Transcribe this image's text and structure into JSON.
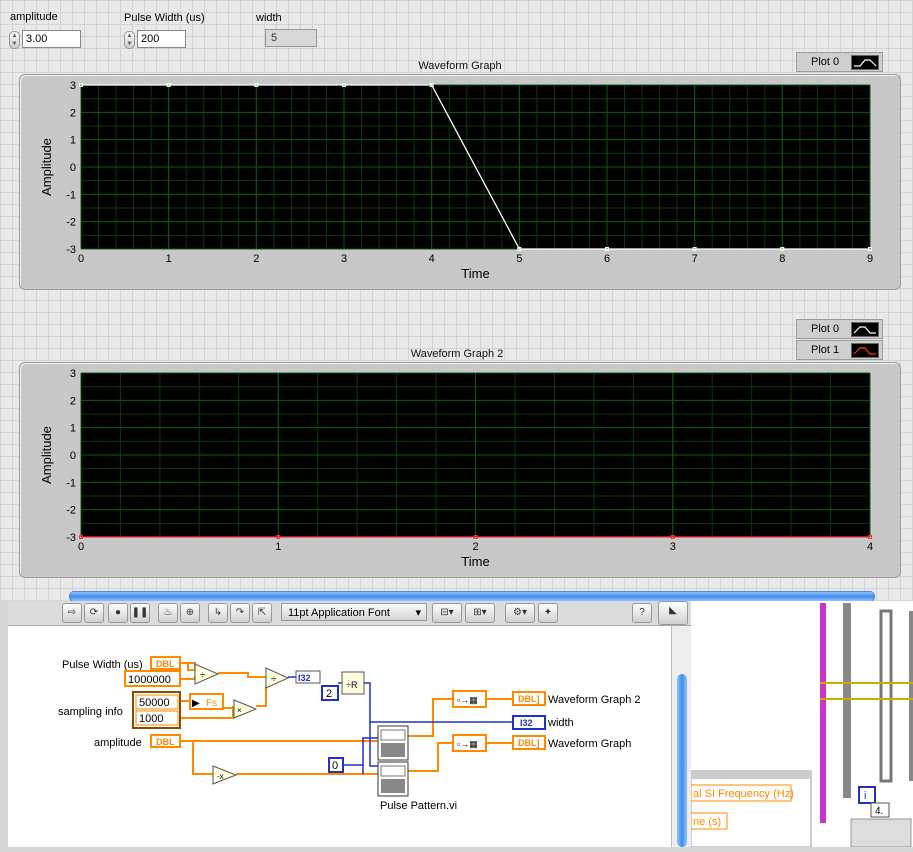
{
  "controls": {
    "amplitude": {
      "label": "amplitude",
      "value": "3.00"
    },
    "pulse_width": {
      "label": "Pulse Width (us)",
      "value": "200"
    },
    "width": {
      "label": "width",
      "value": "5"
    }
  },
  "graph1": {
    "title": "Waveform Graph",
    "legend": {
      "plot0": "Plot 0"
    },
    "ylabel": "Amplitude",
    "xlabel": "Time"
  },
  "graph2": {
    "title": "Waveform Graph 2",
    "legend": {
      "plot0": "Plot 0",
      "plot1": "Plot 1"
    },
    "ylabel": "Amplitude",
    "xlabel": "Time"
  },
  "chart_data": [
    {
      "type": "line",
      "title": "Waveform Graph",
      "xlabel": "Time",
      "ylabel": "Amplitude",
      "xlim": [
        0,
        9
      ],
      "ylim": [
        -3,
        3
      ],
      "xticks": [
        "0",
        "1",
        "2",
        "3",
        "4",
        "5",
        "6",
        "7",
        "8",
        "9"
      ],
      "yticks": [
        "3",
        "2",
        "1",
        "0",
        "-1",
        "-2",
        "-3"
      ],
      "series": [
        {
          "name": "Plot 0",
          "color": "#ffffff",
          "x": [
            0,
            1,
            2,
            3,
            4,
            5,
            6,
            7,
            8,
            9
          ],
          "y": [
            3,
            3,
            3,
            3,
            3,
            -3,
            -3,
            -3,
            -3,
            -3
          ]
        }
      ],
      "grid": true,
      "legend": "top-right"
    },
    {
      "type": "line",
      "title": "Waveform Graph 2",
      "xlabel": "Time",
      "ylabel": "Amplitude",
      "xlim": [
        0,
        4
      ],
      "ylim": [
        -3,
        3
      ],
      "xticks": [
        "0",
        "1",
        "2",
        "3",
        "4"
      ],
      "yticks": [
        "3",
        "2",
        "1",
        "0",
        "-1",
        "-2",
        "-3"
      ],
      "series": [
        {
          "name": "Plot 0",
          "color": "#ffffff",
          "x": [],
          "y": []
        },
        {
          "name": "Plot 1",
          "color": "#ff3333",
          "x": [
            0,
            1,
            2,
            3,
            4
          ],
          "y": [
            -3,
            -3,
            -3,
            -3,
            -3
          ]
        }
      ],
      "grid": true,
      "legend": "top-right"
    }
  ],
  "toolbar": {
    "font": "11pt Application Font"
  },
  "diagram": {
    "pulse_width_label": "Pulse Width (us)",
    "dbl": "DBL",
    "const_1000000": "1000000",
    "sampling_info_label": "sampling info",
    "const_50000": "50000",
    "const_1000": "1000",
    "fs": "Fs",
    "amplitude_label": "amplitude",
    "i32": "I32",
    "const_2": "2",
    "const_0": "0",
    "graph2_term": "Waveform Graph 2",
    "width_term": "width",
    "graph_term": "Waveform Graph",
    "subvi_label": "Pulse Pattern.vi",
    "dbl_arr": "DBL]",
    "i32_term": "I32"
  },
  "right_panel": {
    "freq_label": "al SI Frequency (Hz)",
    "ne_label": "ne (s)",
    "i_label": "i",
    "four_label": "4."
  },
  "colors": {
    "plot_bg": "#000000",
    "grid": "#0c5a0c",
    "orange_wire": "#ff8a00",
    "blue_wire": "#2030c8",
    "scroll_blue": "#3d8fe8"
  }
}
